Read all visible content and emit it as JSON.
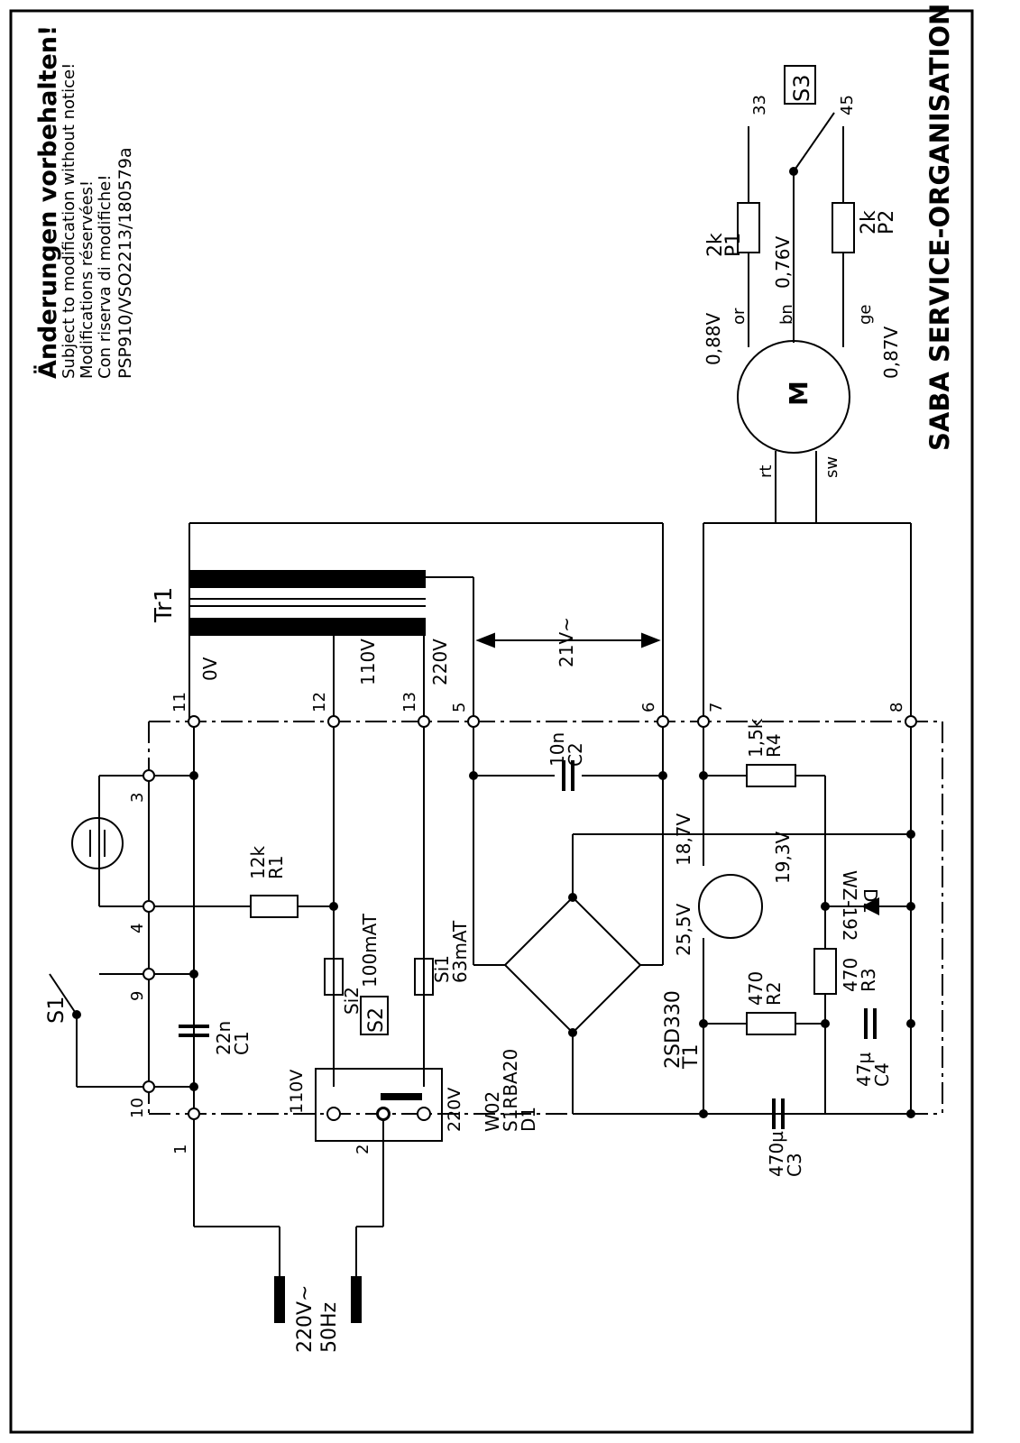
{
  "notice": {
    "heading": "Änderungen vorbehalten!",
    "lines": [
      "Subject to modification without notice!",
      "Modifications réservées!",
      "Con riserva di modifiche!",
      "PSP910/VSO2213/180579a"
    ]
  },
  "brand": "SABA SERVICE-ORGANISATION",
  "mains": {
    "voltage": "220V~",
    "freq": "50Hz"
  },
  "terminals": [
    "1",
    "2",
    "3",
    "4",
    "5",
    "6",
    "7",
    "8",
    "9",
    "10",
    "11",
    "12",
    "13",
    "33",
    "45"
  ],
  "switches": {
    "s1": "S1",
    "s2": "S2",
    "s3": "S3",
    "s2_110": "110V",
    "s2_220": "220V"
  },
  "components": {
    "c1": [
      "22n",
      "C1"
    ],
    "r1": [
      "12k",
      "R1"
    ],
    "si2": [
      "Si2",
      "100mAT"
    ],
    "si1": [
      "Si1",
      "63mAT"
    ],
    "d1": [
      "W02",
      "S1RBA20",
      "D1"
    ],
    "c2": [
      "10n",
      "C2"
    ],
    "c3": [
      "470µ",
      "C3"
    ],
    "t1": [
      "2SD330",
      "T1"
    ],
    "r2": [
      "470",
      "R2"
    ],
    "r3": [
      "470",
      "R3"
    ],
    "r4": [
      "1,5k",
      "R4"
    ],
    "c4": [
      "47µ",
      "C4"
    ],
    "d2": [
      "D2",
      "WZ-192"
    ],
    "p1": [
      "2k",
      "P1"
    ],
    "p2": [
      "2k",
      "P2"
    ],
    "motor": "M",
    "tr1": "Tr1"
  },
  "transformer_taps": [
    "0V",
    "110V",
    "220V"
  ],
  "secondary": "21V~",
  "voltages": {
    "t1_base": "25,5V",
    "t1_col": "18,7V",
    "t1_emit": "19,3V",
    "motor_or": "0,88V",
    "motor_bn": "0,76V",
    "motor_ge": "0,87V"
  },
  "wires": {
    "or": "or",
    "bn": "bn",
    "ge": "ge",
    "rt": "rt",
    "sw": "sw"
  }
}
